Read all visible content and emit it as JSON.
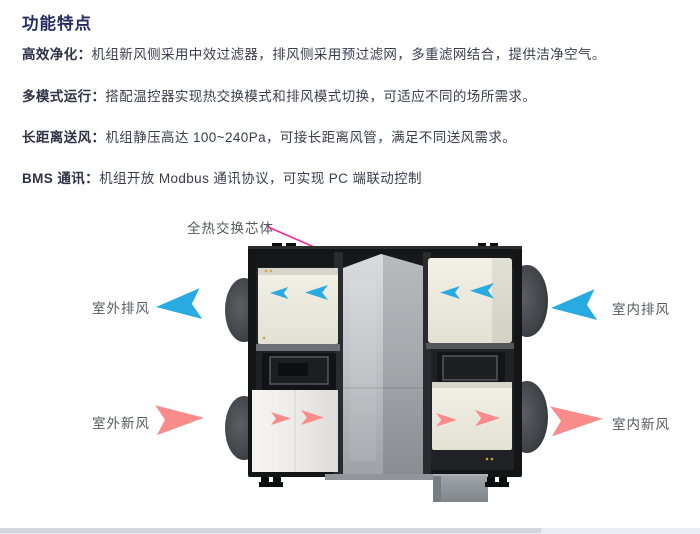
{
  "page": {
    "title": "功能特点"
  },
  "features": [
    {
      "label": "高效净化：",
      "text": "机组新风侧采用中效过滤器，排风侧采用预过滤网，多重滤网结合，提供洁净空气。"
    },
    {
      "label": "多模式运行：",
      "text": "搭配温控器实现热交换模式和排风模式切换，可适应不同的场所需求。"
    },
    {
      "label": "长距离送风：",
      "text": "机组静压高达 100~240Pa，可接长距离风管，满足不同送风需求。"
    },
    {
      "label": "BMS 通讯：",
      "text": "机组开放 Modbus 通讯协议，可实现 PC 端联动控制"
    }
  ],
  "diagram": {
    "callout": "全热交换芯体",
    "labels": {
      "outdoor_exhaust": "室外排风",
      "outdoor_fresh": "室外新风",
      "indoor_exhaust": "室内排风",
      "indoor_fresh": "室内新风"
    },
    "colors": {
      "exhaust_blue": "#29ABE2",
      "fresh_pink": "#F98B8B",
      "callout_magenta": "#EE2B92",
      "title_navy": "#262C62"
    }
  }
}
